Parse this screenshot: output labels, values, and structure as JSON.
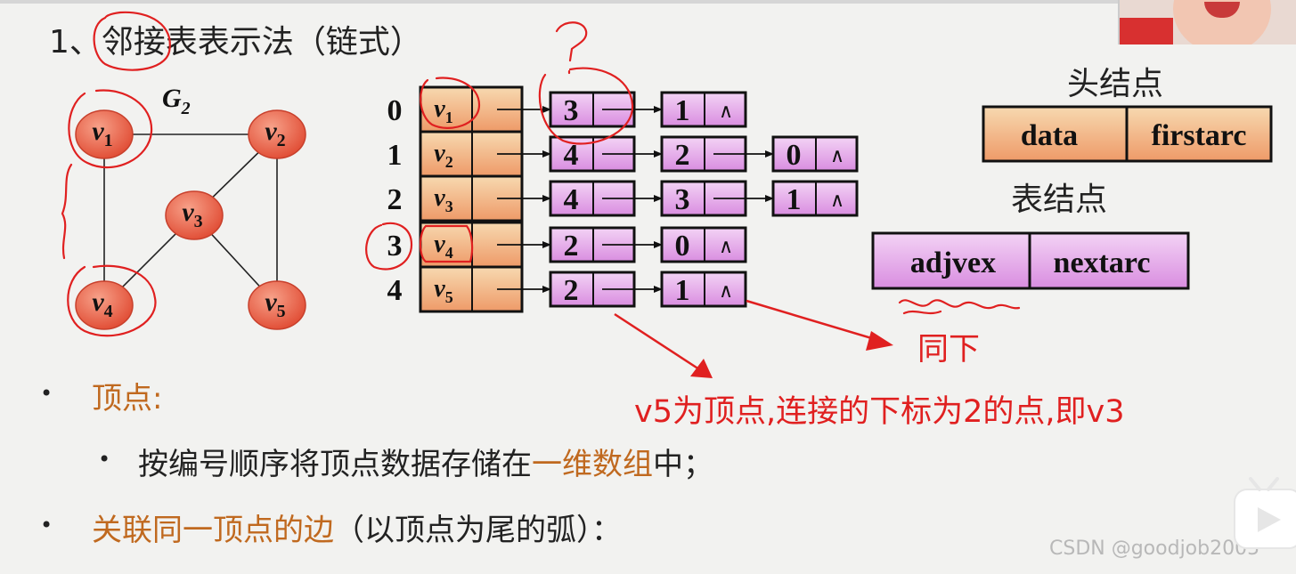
{
  "title": "1、邻接表表示法（链式）",
  "graph": {
    "name": "G",
    "name_sub": "2",
    "vertices": [
      "v1",
      "v2",
      "v3",
      "v4",
      "v5"
    ],
    "edges": [
      [
        "v1",
        "v2"
      ],
      [
        "v1",
        "v4"
      ],
      [
        "v2",
        "v3"
      ],
      [
        "v2",
        "v5"
      ],
      [
        "v3",
        "v4"
      ],
      [
        "v3",
        "v5"
      ]
    ]
  },
  "adjacency": {
    "indices": [
      "0",
      "1",
      "2",
      "3",
      "4"
    ],
    "vertex_names": [
      "v1",
      "v2",
      "v3",
      "v4",
      "v5"
    ],
    "lists": [
      [
        "3",
        "1"
      ],
      [
        "4",
        "2",
        "0"
      ],
      [
        "4",
        "3",
        "1"
      ],
      [
        "2",
        "0"
      ],
      [
        "2",
        "1"
      ]
    ],
    "null_symbol": "∧"
  },
  "legend": {
    "head_title": "头结点",
    "head_fields": [
      "data",
      "firstarc"
    ],
    "table_title": "表结点",
    "table_fields": [
      "adjvex",
      "nextarc"
    ]
  },
  "annotations": {
    "same_below": "同下",
    "v5_note": "v5为顶点,连接的下标为2的点,即v3"
  },
  "bullets": [
    {
      "level": 1,
      "highlight": "顶点:",
      "rest": ""
    },
    {
      "level": 2,
      "pre": "按编号顺序将顶点数据存储在",
      "highlight": "一维数组",
      "post": "中；"
    },
    {
      "level": 1,
      "highlight": "关联同一顶点的边",
      "rest": "（以顶点为尾的弧）："
    }
  ],
  "watermark": "CSDN @goodjob2005",
  "colors": {
    "node_fill": "#e8503a",
    "list_fill": "#e9a8ec",
    "head_fill_top": "#f4cfa0",
    "head_fill_bottom": "#f0a070",
    "annotation_red": "#e02020",
    "highlight_orange": "#c0691f"
  }
}
